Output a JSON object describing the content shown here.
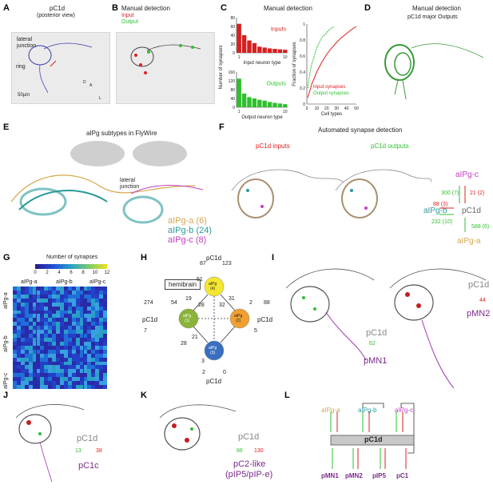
{
  "panels": {
    "A": {
      "label": "A",
      "title": "pC1d",
      "subtitle": "(posterior view)",
      "lateral_junction": "lateral\njunction",
      "ring": "ring",
      "scale": "50μm",
      "axis_d": "D",
      "axis_a": "A",
      "axis_l": "L"
    },
    "B": {
      "label": "B",
      "title": "Manual detection",
      "input": "Input",
      "output": "Output"
    },
    "C": {
      "label": "C",
      "title": "Manual detection",
      "inputs": "Inputs",
      "outputs": "Outputs",
      "ylabel": "Number of synapses",
      "xlabel_in": "Input neuron type",
      "xlabel_out": "Output neuron type",
      "ylabel_right": "Fraction of synapses",
      "xlabel_right": "Cell types",
      "legend_in": "Input synapses",
      "legend_out": "Output synapses"
    },
    "D": {
      "label": "D",
      "title": "Manual detection",
      "subtitle": "pC1d major Outputs"
    },
    "E": {
      "label": "E",
      "title": "aIPg subtypes in FlyWire",
      "lateral_junction": "lateral\njunction",
      "legend": [
        {
          "text": "aIPg-a (6)",
          "color": "#d4a84e"
        },
        {
          "text": "aIPg-b (24)",
          "color": "#2a9a9a"
        },
        {
          "text": "aIPg-c (8)",
          "color": "#c43dc4"
        }
      ]
    },
    "F": {
      "label": "F",
      "title": "Automated synapse detection",
      "inputs": "pC1d inputs",
      "outputs": "pC1d outputs",
      "nodes": {
        "c": "aIPg-c",
        "b": "aIPg-b",
        "a": "aIPg-a",
        "center": "pC1d"
      },
      "edges": {
        "c_out": "300 (7)",
        "c_in": "21 (2)",
        "b_in": "88 (3)",
        "b_out": "232 (10)",
        "a_out": "588 (6)"
      }
    },
    "G": {
      "label": "G",
      "title": "Number of synapses",
      "ticks": [
        "0",
        "2",
        "4",
        "6",
        "8",
        "10",
        "12"
      ],
      "cols": [
        "aIPg-a",
        "aIPg-b",
        "aIPg-c"
      ],
      "rows": [
        "aIPg-a",
        "aIPg-b",
        "aIPg-c"
      ]
    },
    "H": {
      "label": "H",
      "box": "hemibrain",
      "top": "pC1d",
      "bottom": "pC1d",
      "left": "pC1d",
      "right": "pC1d",
      "nodes": {
        "n4": "aIPg\n(4)",
        "n1": "aIPg\n(1)",
        "n2": "aIPg\n(2)",
        "n3": "aIPg\n(3)"
      },
      "nums": [
        "87",
        "123",
        "61",
        "19",
        "31",
        "274",
        "54",
        "28",
        "32",
        "2",
        "88",
        "7",
        "21",
        "28",
        "5",
        "3",
        "2",
        "0"
      ]
    },
    "I": {
      "label": "I",
      "pc1d_1": "pC1d",
      "n1": "62",
      "target1": "pMN1",
      "pc1d_2": "pC1d",
      "n2": "44",
      "target2": "pMN2"
    },
    "J": {
      "label": "J",
      "pc1d": "pC1d",
      "out": "13",
      "in": "38",
      "target": "pC1c"
    },
    "K": {
      "label": "K",
      "pc1d": "pC1d",
      "out": "86",
      "in": "130",
      "target": "pC2-like",
      "target_sub": "(pIP5/pIP-e)"
    },
    "L": {
      "label": "L",
      "top": [
        "aIPg-a",
        "aIPg-b",
        "aIPg-c"
      ],
      "center": "pC1d",
      "bottom": [
        "pMN1",
        "pMN2",
        "pIP5",
        "pC1"
      ]
    }
  },
  "chart_data": [
    {
      "type": "bar",
      "title": "Inputs",
      "categories": [
        "1",
        "2",
        "3",
        "4",
        "5",
        "6",
        "7",
        "8",
        "9",
        "10"
      ],
      "values": [
        66,
        40,
        28,
        22,
        14,
        12,
        10,
        9,
        8,
        7
      ],
      "xlabel": "Input neuron type",
      "ylabel": "Number of synapses",
      "ylim": [
        0,
        80
      ],
      "yticks": [
        "0",
        "20",
        "40",
        "60",
        "80"
      ],
      "xticks": [
        "1",
        "10"
      ]
    },
    {
      "type": "bar",
      "title": "Outputs",
      "categories": [
        "1",
        "2",
        "3",
        "4",
        "5",
        "6",
        "7",
        "8",
        "9",
        "10"
      ],
      "values": [
        130,
        62,
        46,
        40,
        34,
        30,
        24,
        20,
        17,
        14
      ],
      "xlabel": "Output neuron type",
      "ylim": [
        0,
        160
      ],
      "yticks": [
        "0",
        "40",
        "80",
        "120",
        "160"
      ],
      "xticks": [
        "1",
        "10"
      ]
    },
    {
      "type": "line",
      "xlabel": "Cell types",
      "ylabel": "Fraction of synapses",
      "xlim": [
        0,
        50
      ],
      "ylim": [
        0,
        1
      ],
      "xticks": [
        "0",
        "10",
        "20",
        "30",
        "40",
        "50"
      ],
      "yticks": [
        "0",
        "0.2",
        "0.4",
        "0.6",
        "0.8",
        "1"
      ],
      "series": [
        {
          "name": "Input synapses",
          "color": "#e02020",
          "x": [
            1,
            5,
            10,
            15,
            20,
            25,
            30,
            35,
            40,
            45,
            50
          ],
          "y": [
            0.08,
            0.25,
            0.4,
            0.52,
            0.62,
            0.7,
            0.77,
            0.83,
            0.88,
            0.93,
            0.97
          ]
        },
        {
          "name": "Output synapses",
          "color": "#2fbf2f",
          "x": [
            1,
            3,
            5,
            8,
            10,
            13,
            16,
            19,
            22,
            25,
            28
          ],
          "y": [
            0.2,
            0.38,
            0.5,
            0.62,
            0.7,
            0.78,
            0.84,
            0.88,
            0.92,
            0.95,
            0.97
          ]
        }
      ]
    }
  ]
}
